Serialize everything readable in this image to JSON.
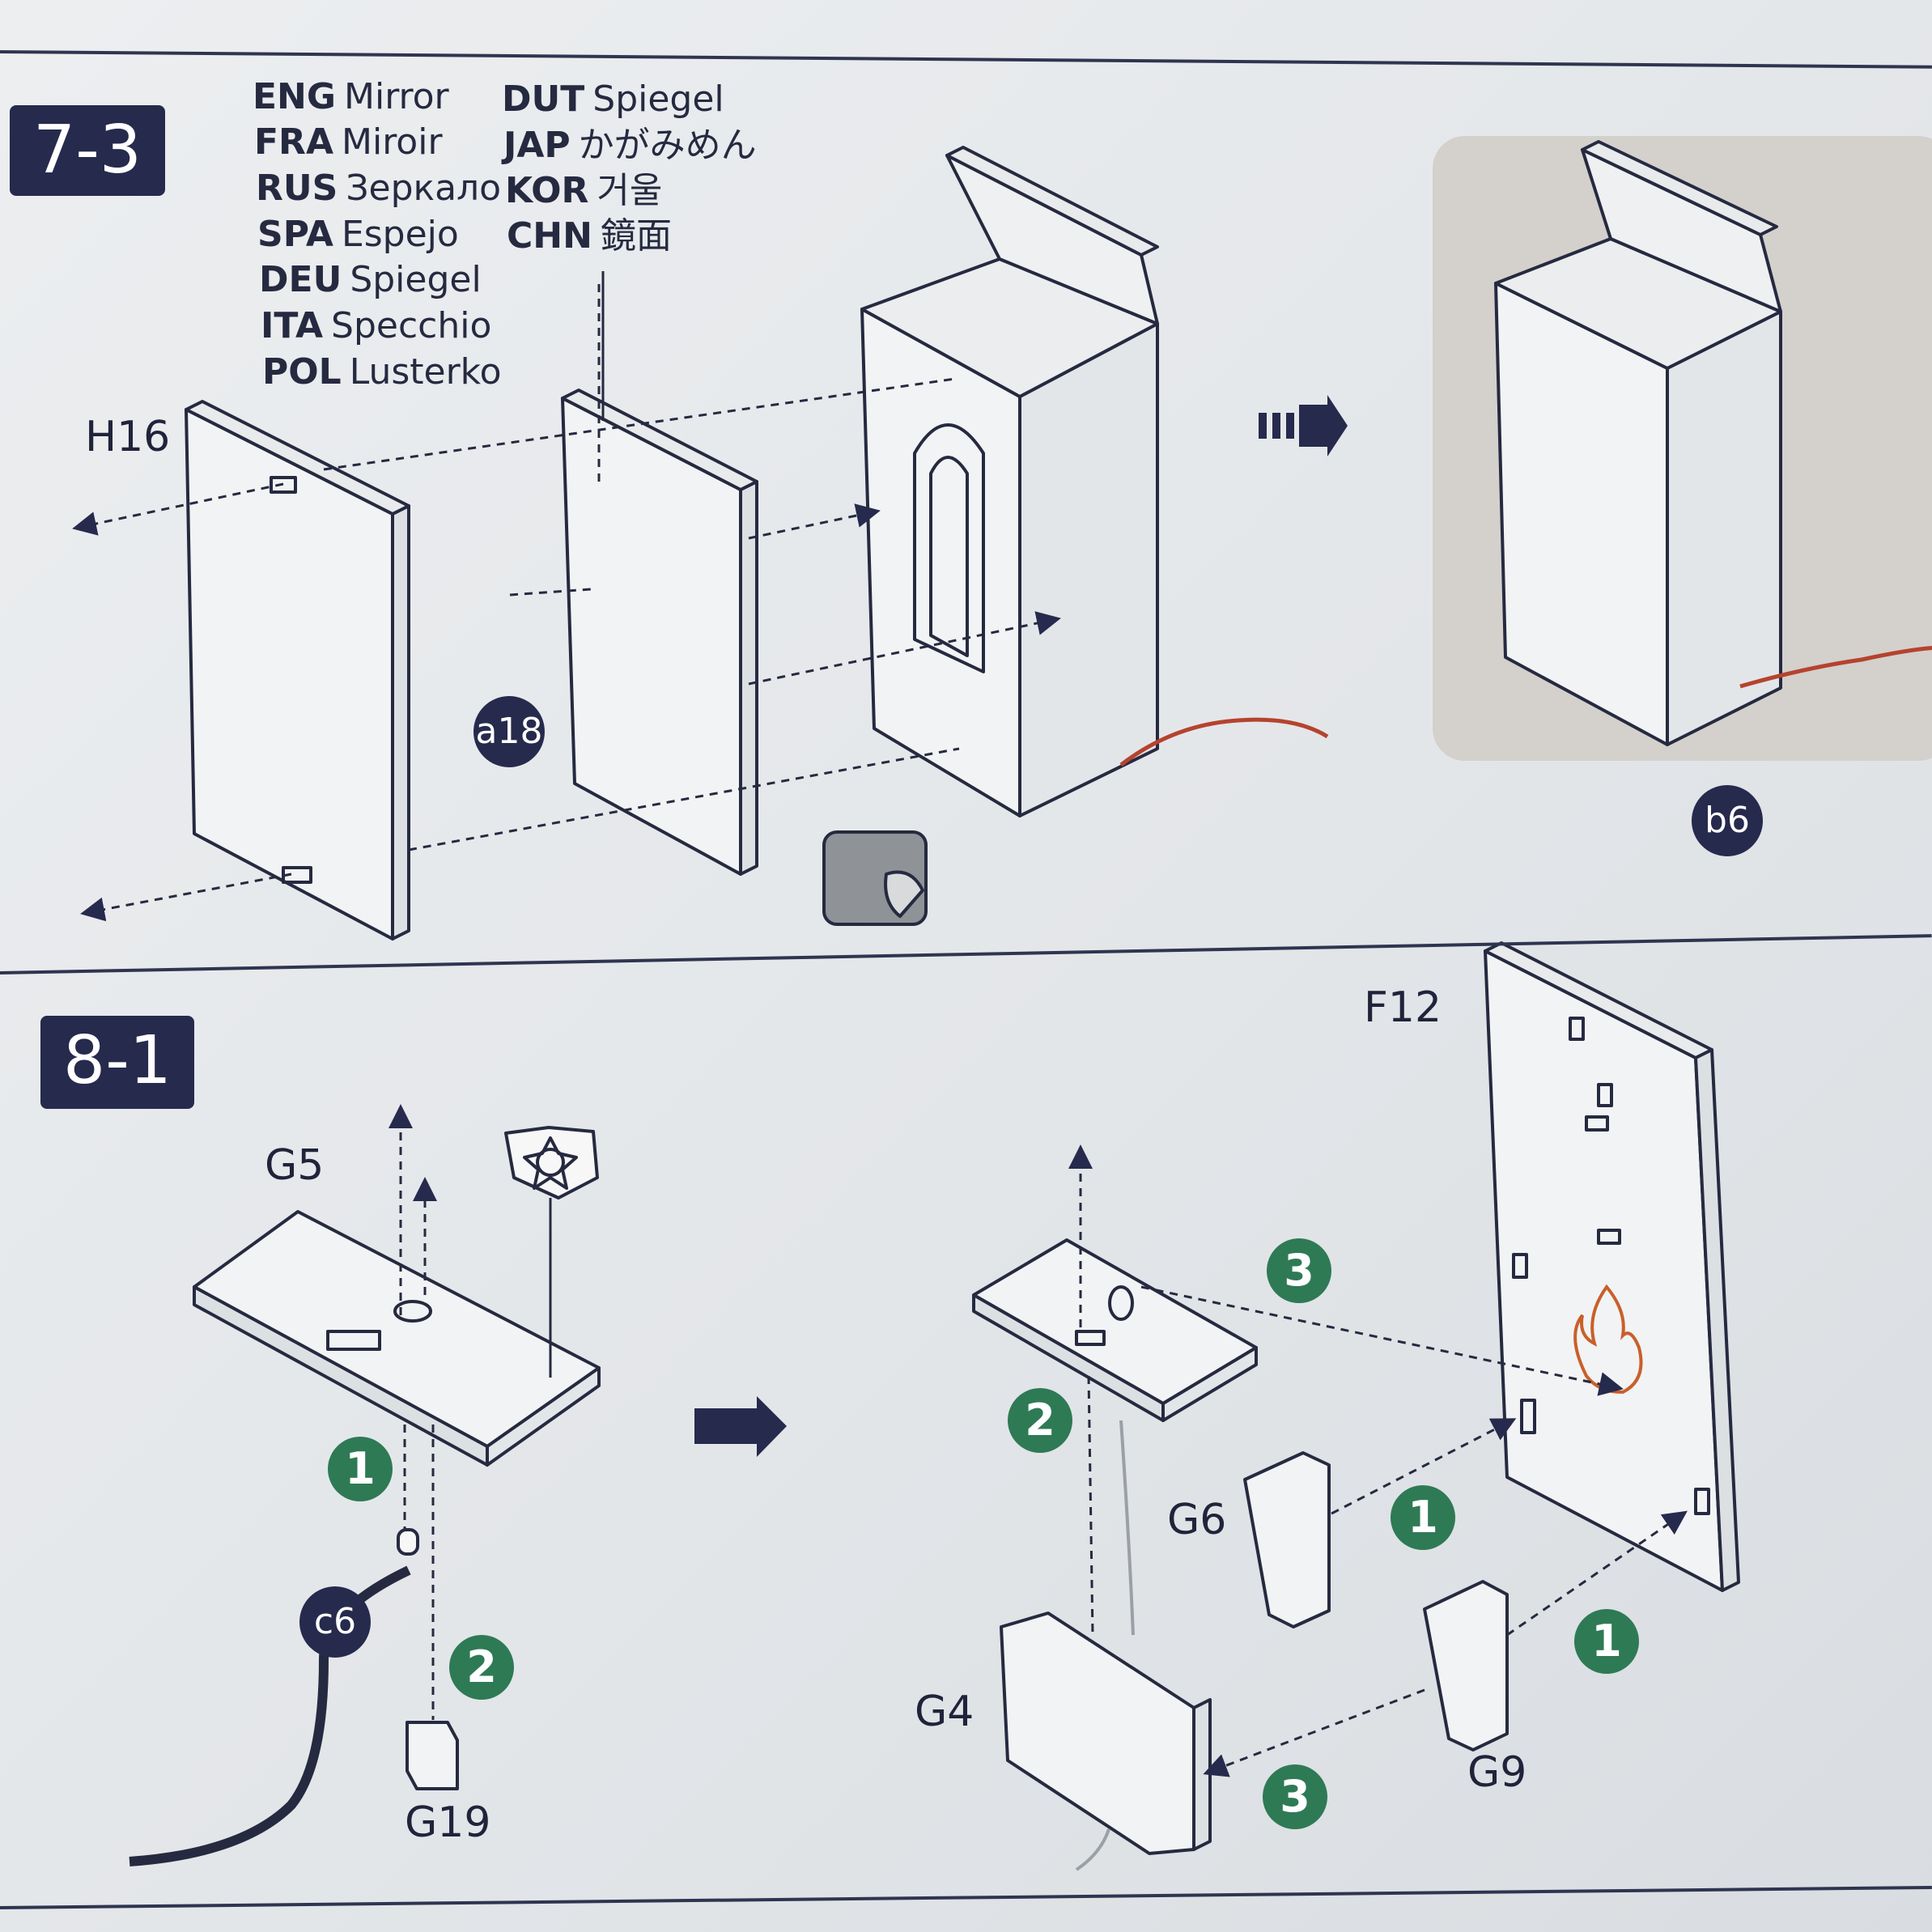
{
  "steps": {
    "top": "7-3",
    "bottom": "8-1"
  },
  "translations": {
    "left": [
      {
        "code": "ENG",
        "word": "Mirror"
      },
      {
        "code": "FRA",
        "word": "Miroir"
      },
      {
        "code": "RUS",
        "word": "Зеркало"
      },
      {
        "code": "SPA",
        "word": "Espejo"
      },
      {
        "code": "DEU",
        "word": "Spiegel"
      },
      {
        "code": "ITA",
        "word": "Specchio"
      },
      {
        "code": "POL",
        "word": "Lusterko"
      }
    ],
    "right": [
      {
        "code": "DUT",
        "word": "Spiegel"
      },
      {
        "code": "JAP",
        "word": "かがみめん"
      },
      {
        "code": "KOR",
        "word": "거울"
      },
      {
        "code": "CHN",
        "word": "鏡面"
      }
    ]
  },
  "parts": {
    "h16": "H16",
    "g5": "G5",
    "g19": "G19",
    "f12": "F12",
    "g6": "G6",
    "g4": "G4",
    "g9": "G9"
  },
  "badges": {
    "a18": "a18",
    "b6": "b6",
    "c6": "c6"
  },
  "order_badges": {
    "g5_one": "1",
    "g5_two": "2",
    "right_two": "2",
    "right_three_top": "3",
    "g6_one": "1",
    "g9_one": "1",
    "g4_three": "3"
  },
  "colors": {
    "navy": "#262a4d",
    "green": "#2e7a55",
    "wire": "#b5432e",
    "flame": "#c8602a"
  }
}
